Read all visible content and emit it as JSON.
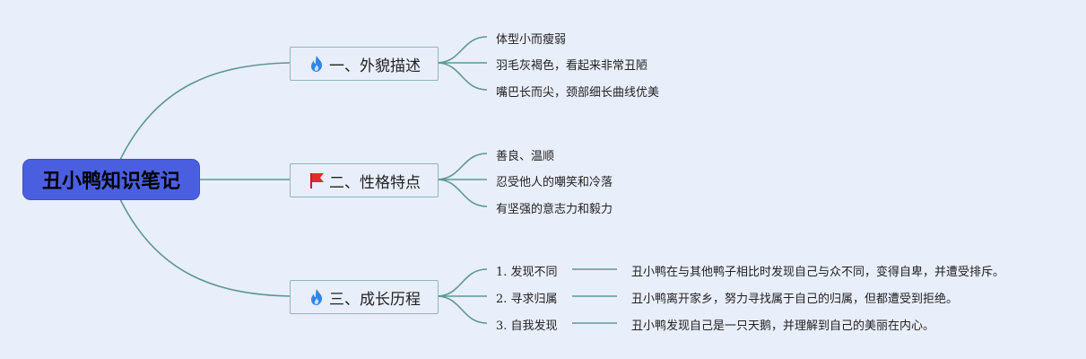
{
  "root": {
    "title": "丑小鸭知识笔记"
  },
  "branches": [
    {
      "label": "一、外貌描述",
      "icon": "fire-icon",
      "items": [
        "体型小而瘦弱",
        "羽毛灰褐色，看起来非常丑陋",
        "嘴巴长而尖，颈部细长曲线优美"
      ]
    },
    {
      "label": "二、性格特点",
      "icon": "red-flag-icon",
      "items": [
        "善良、温顺",
        "忍受他人的嘲笑和冷落",
        "有坚强的意志力和毅力"
      ]
    },
    {
      "label": "三、成长历程",
      "icon": "fire-icon",
      "items": [
        {
          "step": "1. 发现不同",
          "detail": "丑小鸭在与其他鸭子相比时发现自己与众不同，变得自卑，并遭受排斥。"
        },
        {
          "step": "2. 寻求归属",
          "detail": "丑小鸭离开家乡，努力寻找属于自己的归属，但都遭受到拒绝。"
        },
        {
          "step": "3. 自我发现",
          "detail": "丑小鸭发现自己是一只天鹅，并理解到自己的美丽在内心。"
        }
      ]
    }
  ],
  "colors": {
    "root_fill": "#4a5fe0",
    "link": "#5b9896",
    "background": "#e9eefb",
    "branch_border": "#8fb7b5"
  }
}
